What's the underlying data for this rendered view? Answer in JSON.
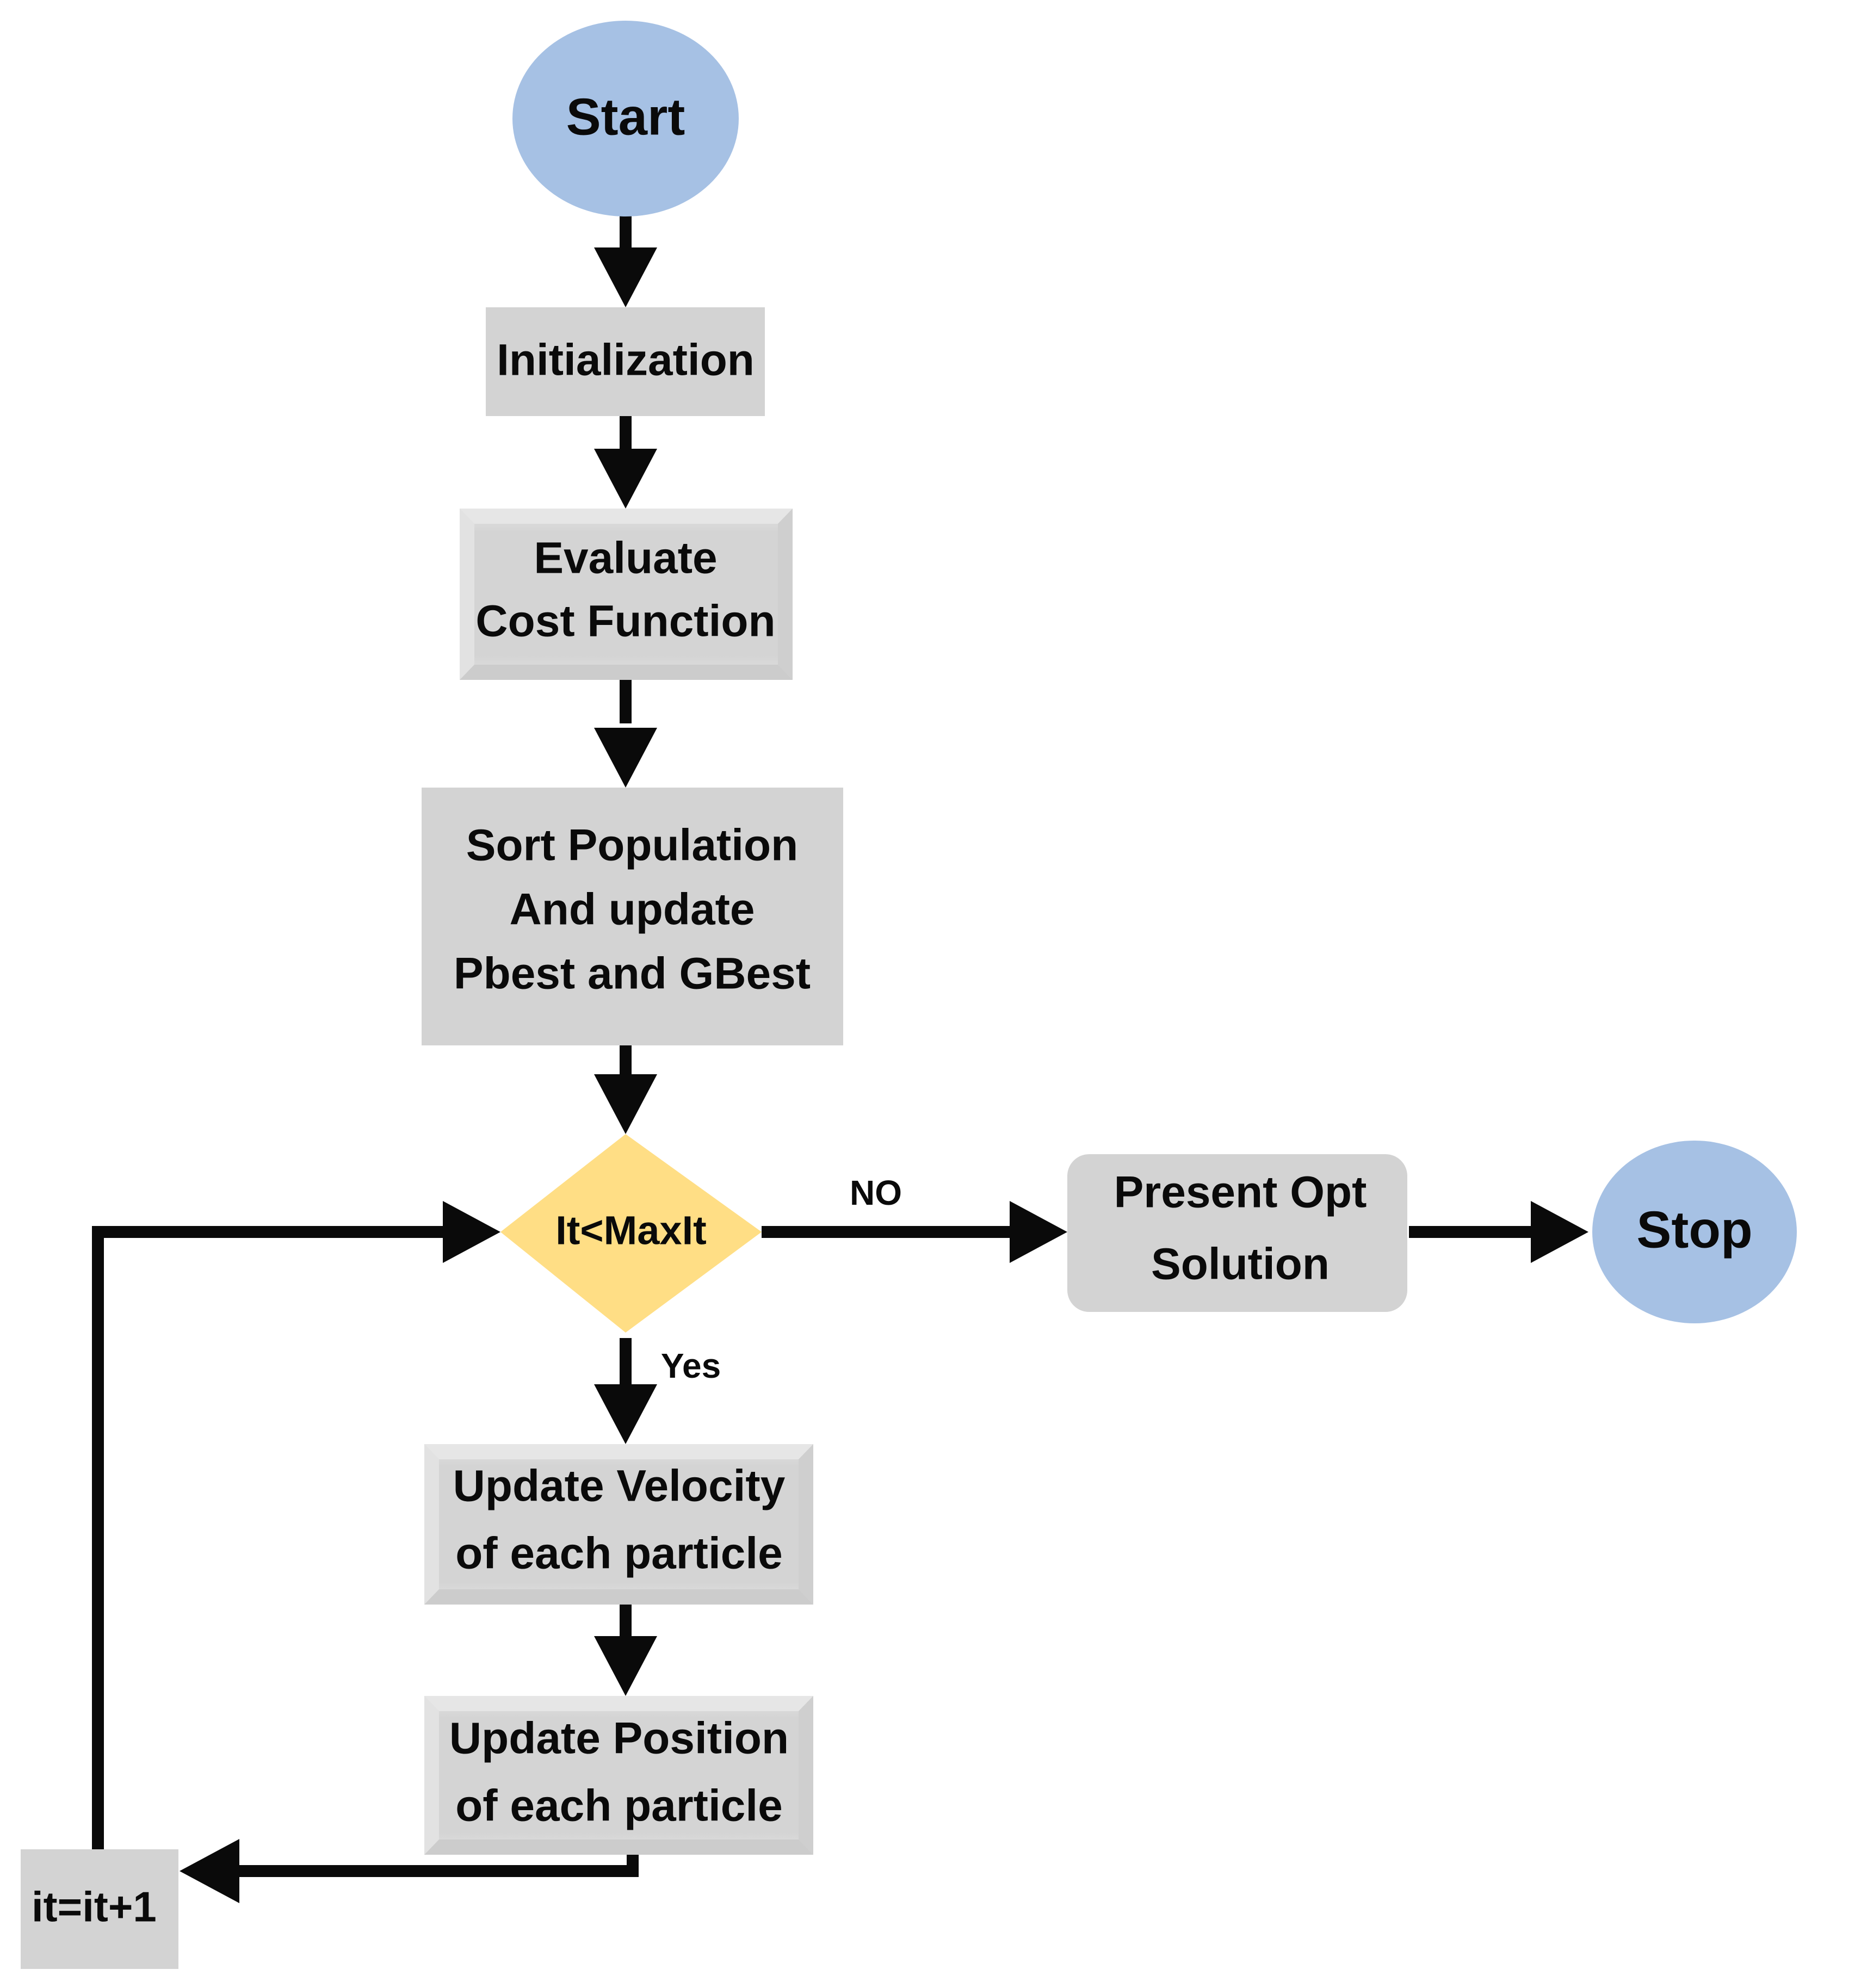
{
  "diagram": {
    "title_text": "",
    "type": "flowchart",
    "background": "#ffffff",
    "colors": {
      "terminator_fill": "#A6C1E4",
      "process_fill": "#D3D3D3",
      "process_fill_bevel_light": "#E0E0E0",
      "decision_fill": "#FFDE85",
      "connector": "#0A0A0A",
      "text": "#0A0A0A"
    }
  },
  "nodes": {
    "start": {
      "label": "Start",
      "shape": "ellipse"
    },
    "initialization": {
      "label": "Initialization",
      "shape": "rectangle"
    },
    "evaluate": {
      "line1": "Evaluate",
      "line2": "Cost Function",
      "shape": "rectangle-bevel"
    },
    "sort_population": {
      "line1": "Sort Population",
      "line2": "And update",
      "line3": "Pbest and GBest",
      "shape": "rectangle"
    },
    "decision": {
      "label": "It<MaxIt",
      "shape": "diamond"
    },
    "present_solution": {
      "line1": "Present Opt",
      "line2": "Solution",
      "shape": "rounded-rectangle"
    },
    "stop": {
      "label": "Stop",
      "shape": "ellipse"
    },
    "update_velocity": {
      "line1": "Update Velocity",
      "line2": "of each particle",
      "shape": "rectangle-bevel"
    },
    "update_position": {
      "line1": "Update Position",
      "line2": "of each particle",
      "shape": "rectangle-bevel"
    },
    "counter": {
      "label": "it=it+1",
      "shape": "rectangle"
    }
  },
  "edges": {
    "start_to_init": {
      "label": ""
    },
    "init_to_evaluate": {
      "label": ""
    },
    "evaluate_to_sort": {
      "label": ""
    },
    "sort_to_decision": {
      "label": ""
    },
    "decision_to_present": {
      "label": "NO"
    },
    "present_to_stop": {
      "label": ""
    },
    "decision_to_velocity": {
      "label": "Yes"
    },
    "velocity_to_position": {
      "label": ""
    },
    "position_to_counter": {
      "label": ""
    },
    "counter_to_decision": {
      "label": ""
    }
  }
}
